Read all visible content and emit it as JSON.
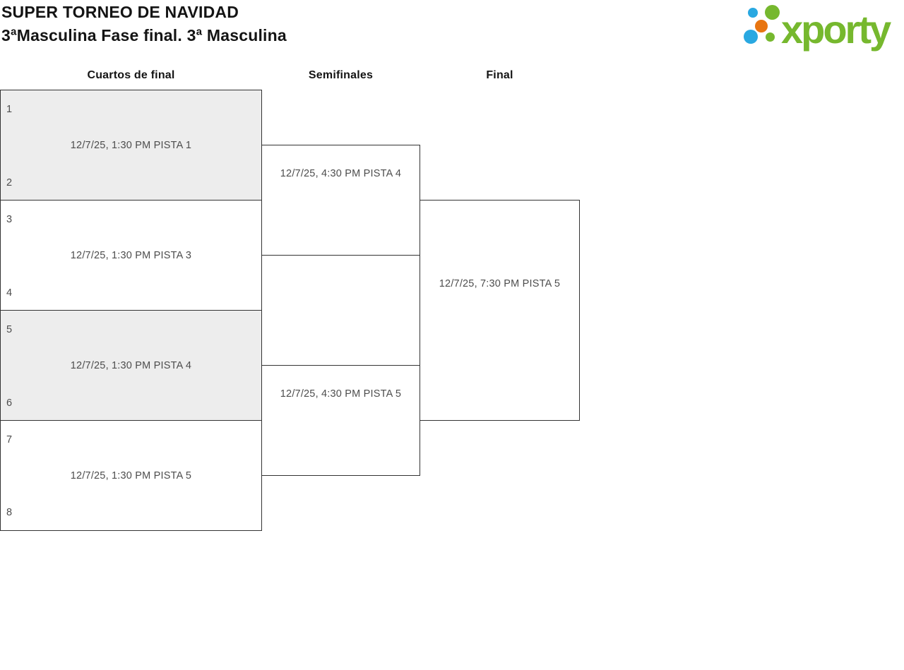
{
  "header": {
    "title": "SUPER TORNEO DE NAVIDAD",
    "subtitle": "3ªMasculina Fase final. 3ª Masculina"
  },
  "logo": {
    "wordmark": "xporty",
    "colors": {
      "green": "#76b82e",
      "blue": "#29a8e1",
      "orange": "#e87511"
    }
  },
  "bracket": {
    "colors": {
      "box_border": "#333333",
      "box_shaded_background": "#ededed",
      "text_gray": "#4d4d4d"
    },
    "rounds": [
      {
        "label": "Cuartos de final",
        "matches": [
          {
            "seed_top": "1",
            "seed_bottom": "2",
            "schedule": "12/7/25, 1:30 PM PISTA 1"
          },
          {
            "seed_top": "3",
            "seed_bottom": "4",
            "schedule": "12/7/25, 1:30 PM PISTA 3"
          },
          {
            "seed_top": "5",
            "seed_bottom": "6",
            "schedule": "12/7/25, 1:30 PM PISTA 4"
          },
          {
            "seed_top": "7",
            "seed_bottom": "8",
            "schedule": "12/7/25, 1:30 PM PISTA 5"
          }
        ]
      },
      {
        "label": "Semifinales",
        "matches": [
          {
            "schedule": "12/7/25, 4:30 PM PISTA 4"
          },
          {
            "schedule": "12/7/25, 4:30 PM PISTA 5"
          }
        ]
      },
      {
        "label": "Final",
        "matches": [
          {
            "schedule": "12/7/25, 7:30 PM PISTA 5"
          }
        ]
      }
    ]
  }
}
